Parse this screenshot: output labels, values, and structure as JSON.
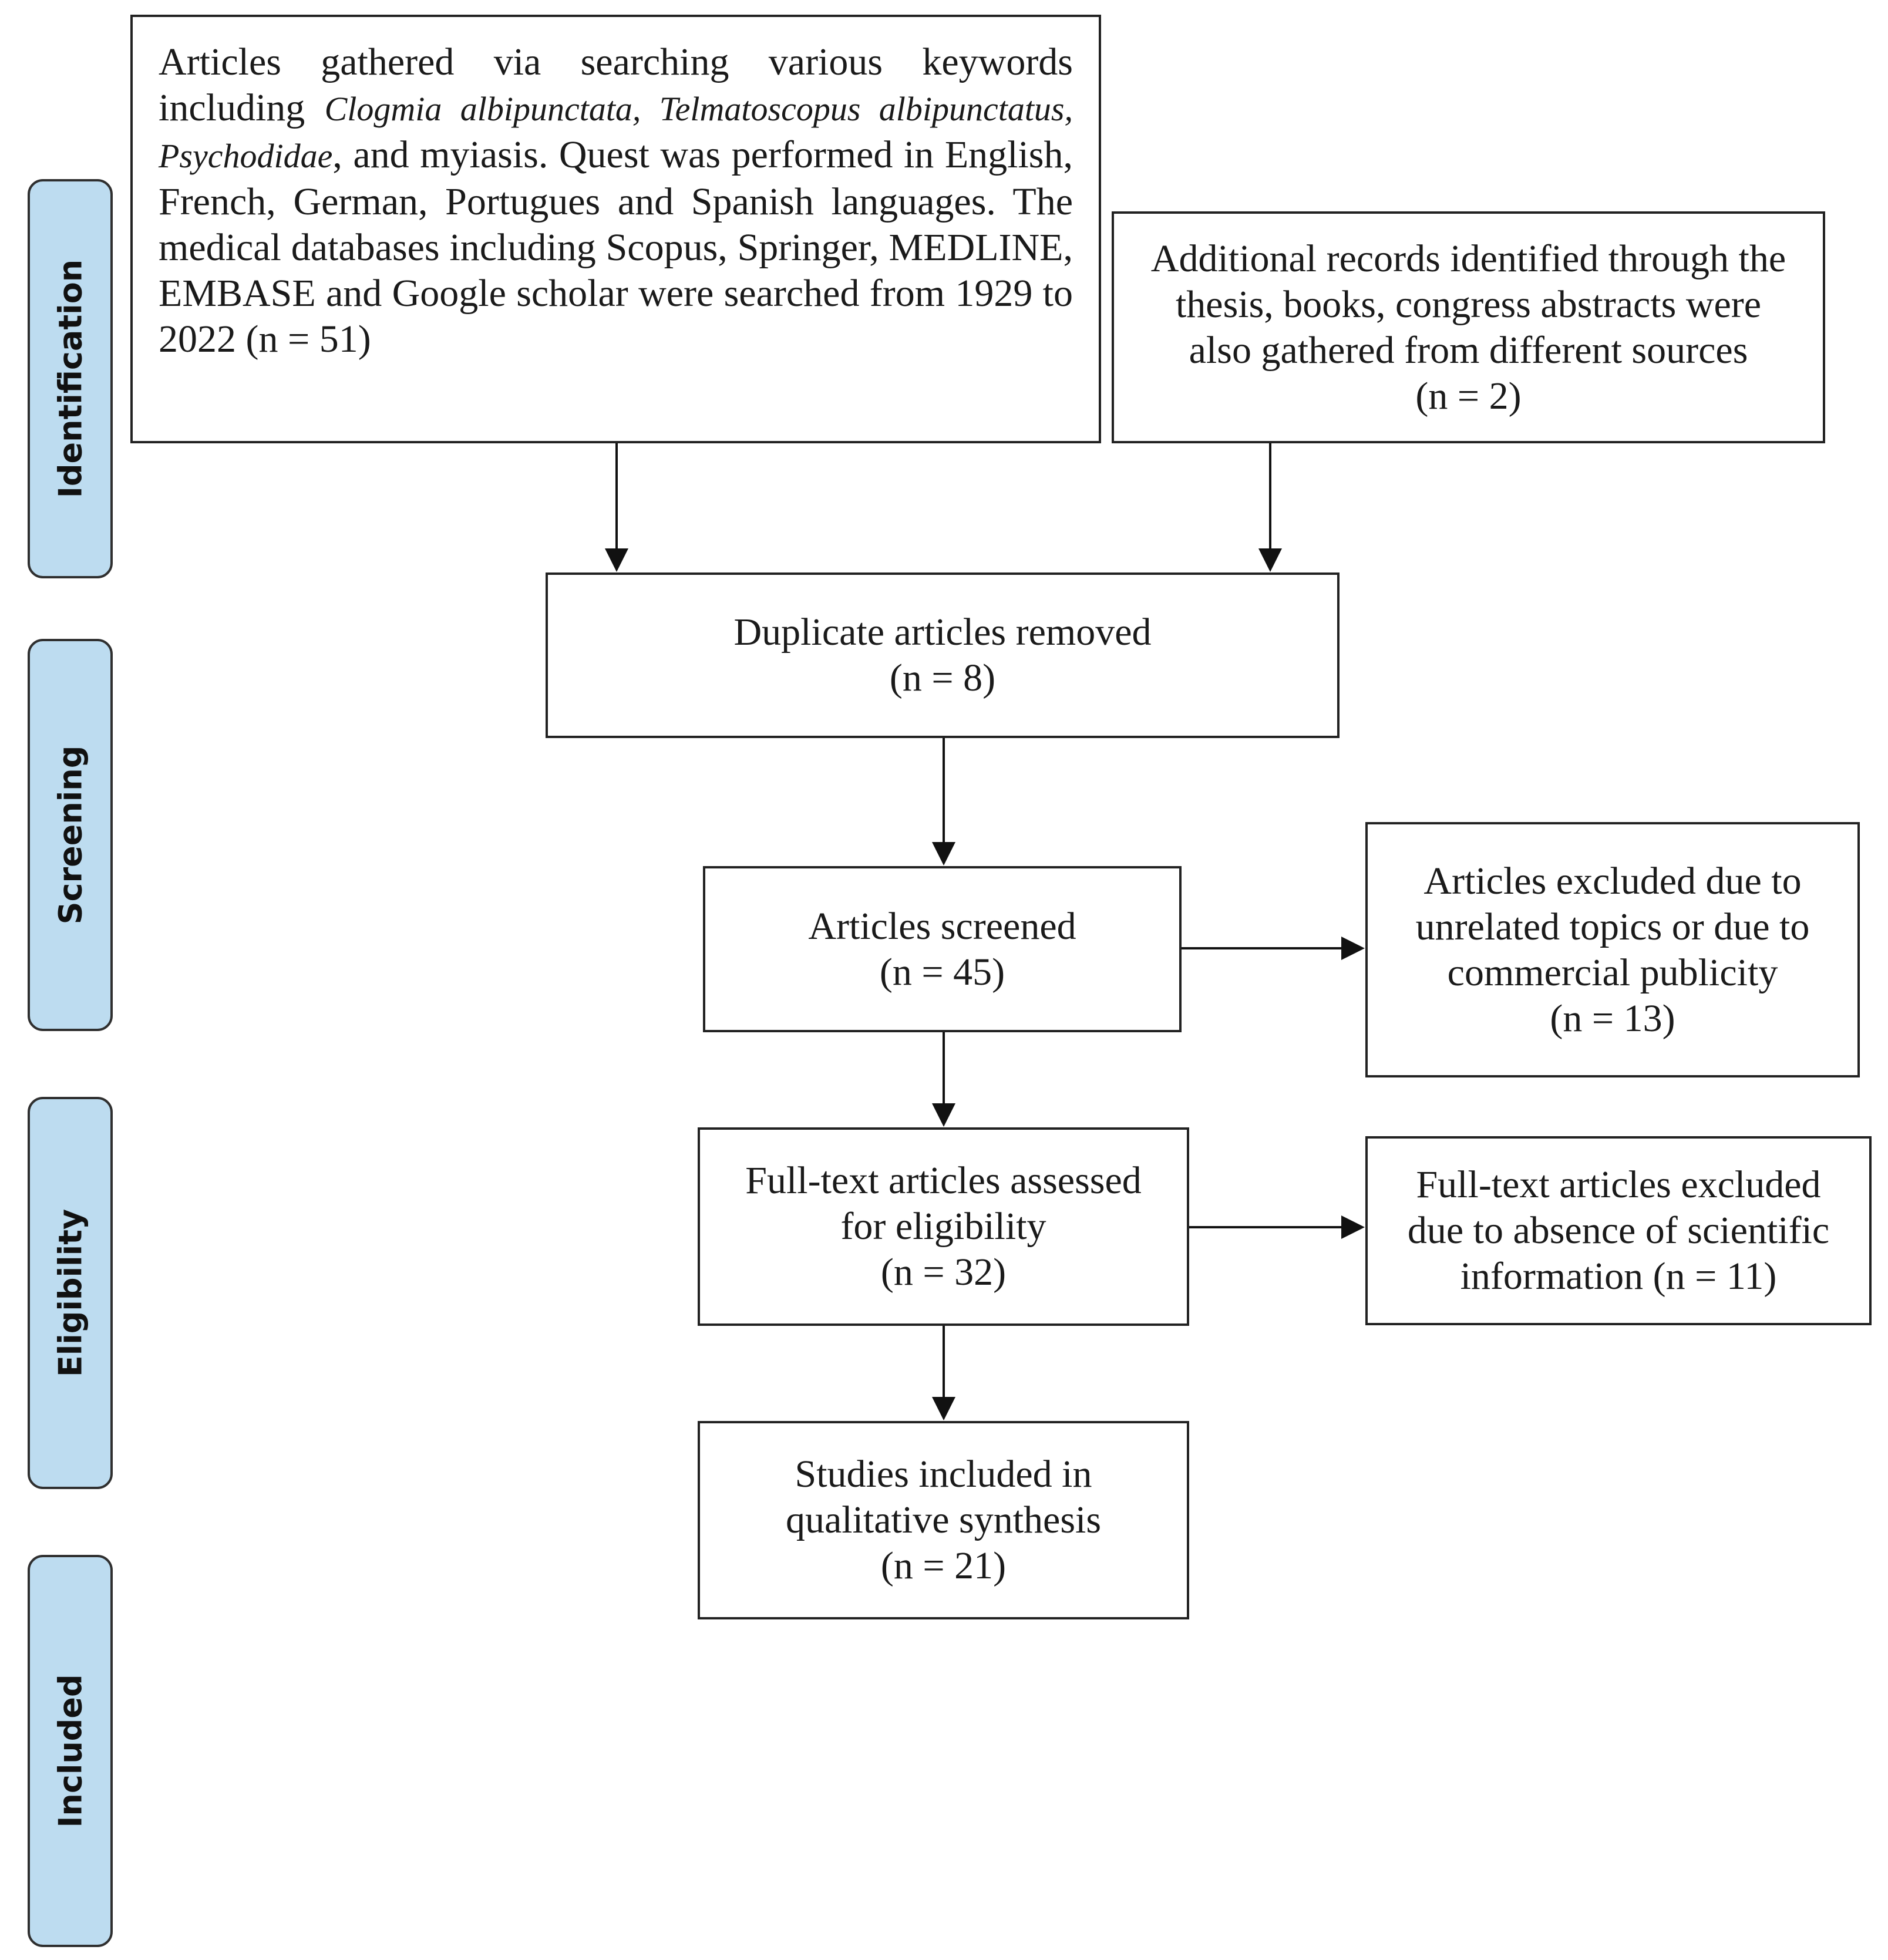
{
  "stages": [
    {
      "id": "identification",
      "label": "Identification"
    },
    {
      "id": "screening",
      "label": "Screening"
    },
    {
      "id": "eligibility",
      "label": "Eligibility"
    },
    {
      "id": "included",
      "label": "Included"
    }
  ],
  "boxes": {
    "search": {
      "t1": "Articles gathered via searching various keywords including ",
      "i1": "Clogmia albipunctata, Telmatoscopus albipunctatus, Psychodidae",
      "t2": ", and myiasis. Quest was performed in English, French, German, Portugues and Spanish languages. The medical databases including Scopus, Springer, MEDLINE, EMBASE and Google scholar were searched from 1929 to 2022 (n = 51)"
    },
    "additional": {
      "line1": "Additional records identified through the",
      "line2": "thesis, books, congress abstracts were",
      "line3": "also gathered from different sources",
      "count": "(n = 2)"
    },
    "duplicates": {
      "line1": "Duplicate articles removed",
      "count": "(n = 8)"
    },
    "screened": {
      "line1": "Articles screened",
      "count": "(n = 45)"
    },
    "excluded_screening": {
      "line1": "Articles excluded due to",
      "line2": "unrelated topics or due to",
      "line3": "commercial publicity",
      "count": "(n = 13)"
    },
    "fulltext": {
      "line1": "Full-text articles assessed",
      "line2": "for eligibility",
      "count": "(n = 32)"
    },
    "excluded_fulltext": {
      "line1": "Full-text articles excluded",
      "line2": "due to absence of scientific",
      "line3": "information (n = 11)"
    },
    "included": {
      "line1": "Studies included in",
      "line2": "qualitative synthesis",
      "count": "(n = 21)"
    }
  }
}
